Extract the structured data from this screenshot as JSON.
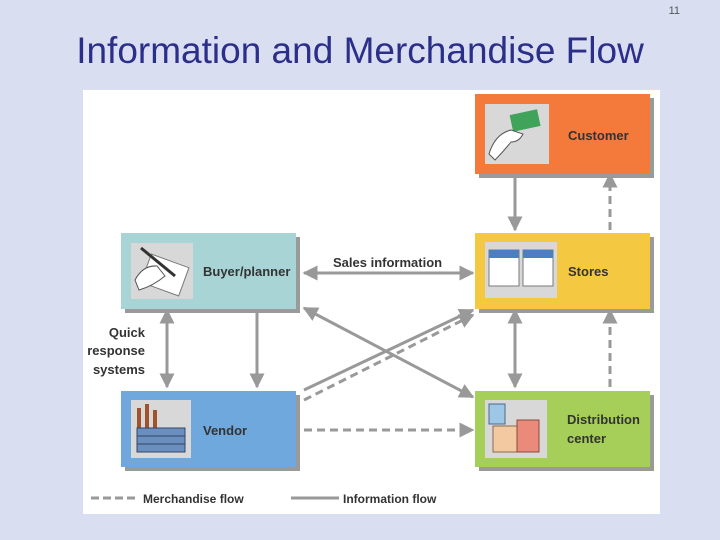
{
  "slide": {
    "page_number": "11",
    "title": "Information and Merchandise Flow"
  },
  "diagram": {
    "nodes": {
      "customer": {
        "label": "Customer",
        "color": "#f47a3c",
        "icon": "credit-card-hand-icon"
      },
      "stores": {
        "label": "Stores",
        "color": "#f5c842",
        "icon": "storefront-icon"
      },
      "buyer": {
        "label": "Buyer/planner",
        "color": "#a8d4d6",
        "icon": "pen-writing-icon"
      },
      "vendor": {
        "label": "Vendor",
        "color": "#6fa8dc",
        "icon": "factory-icon"
      },
      "distribution": {
        "label_line1": "Distribution",
        "label_line2": "center",
        "color": "#a6cf5a",
        "icon": "boxes-icon"
      }
    },
    "annotations": {
      "sales_information": "Sales information",
      "quick_response_line1": "Quick",
      "quick_response_line2": "response",
      "quick_response_line3": "systems"
    },
    "legend": {
      "merchandise_flow": "Merchandise flow",
      "information_flow": "Information flow"
    },
    "colors": {
      "arrow": "#999999",
      "box_shadow": "#9a9a9a",
      "background": "#d9dff0"
    }
  }
}
